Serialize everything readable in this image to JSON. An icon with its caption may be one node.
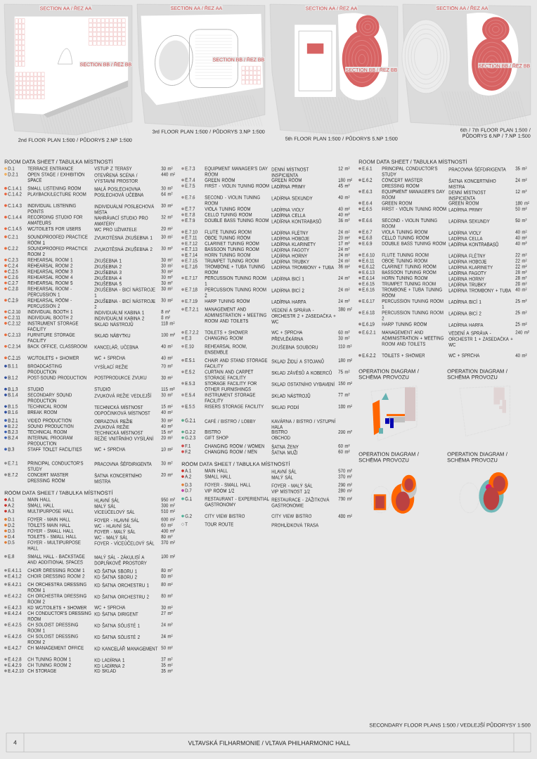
{
  "diagram": {
    "title": "VLTAVSKÁ FILHARMONIE / VLTAVA PHILHARMONIC HALL",
    "labels": [
      "SECTION AA / ŘEZ AA",
      "SECTION BB / ŘEZ BB",
      "2nd FLOOR PLAN 1:500 / PŮDORYS 2.NP 1:500",
      "SECTION AA / ŘEZ AA",
      "SECTION BB / ŘEZ BB",
      "3rd FLOOR PLAN 1:500 / PŮDORYS 3.NP 1:500",
      "ROOM DATA SHEET / TABULKA MÍSTNOSTÍ",
      "D.1",
      "TERRACE ENTRANCE",
      "VSTUP Z TERASY",
      "30 m²",
      "D.2.1",
      "OPEN STAGE / EXHIBITION SPACE",
      "OTEVŘENÁ SCÉNA / VÝSTAVNÍ PROSTOR",
      "440 m²",
      "C.1.4.1",
      "SMALL LISTENING ROOM",
      "MALÁ POSLECHOVNA",
      "30 m²",
      "C.1.4.2",
      "PLAYBACK/LECTURE ROOM",
      "POSLECHOVÁ UČEBNA",
      "64 m²",
      "C.1.4.3",
      "INDIVIDUAL LISTENING POINTS",
      "INDIVIDUÁLNÍ POSLECHOVÁ MÍSTA",
      "30 m²",
      "C.1.4.4",
      "RECORDING STUDIO FOR AMATEURS",
      "NAHRÁVACÍ STUDIO PRO AMATÉRY",
      "32 m²",
      "C.1.4.5",
      "WC/TOILETS FOR USERS",
      "WC PRO UŽIVATELE",
      "20 m²",
      "C.2.1",
      "SOUNDPROOFED PRACTICE ROOM 1",
      "ZVUKOTĚSNÁ ZKUŠEBNA 1",
      "30 m²",
      "C.2.2",
      "SOUNDPROOFED PRACTICE ROOM 2",
      "ZVUKOTĚSNÁ ZKUŠEBNA 2",
      "30 m²",
      "C.2.3",
      "REHEARSAL ROOM 1",
      "ZKUŠEBNA 1",
      "30 m²",
      "C.2.4",
      "REHEARSAL ROOM 2",
      "ZKUŠEBNA 2",
      "30 m²",
      "C.2.5",
      "REHEARSAL ROOM 3",
      "ZKUŠEBNA 3",
      "30 m²",
      "C.2.6",
      "REHEARSAL ROOM 4",
      "ZKUŠEBNA 4",
      "30 m²",
      "C.2.7",
      "REHEARSAL ROOM 5",
      "ZKUŠEBNA 5",
      "30 m²",
      "C.2.8",
      "REHEARSAL ROOM - PERCUSSION 1",
      "ZKUŠEBNA - BICÍ NÁSTROJE 1",
      "30 m²",
      "C.2.9",
      "REHEARSAL ROOM - PERCUSSION 2",
      "ZKUŠEBNA - BICÍ NÁSTROJE 2",
      "30 m²",
      "C.2.10",
      "INDIVIDUAL BOOTH 1",
      "INDIVIDUÁLNÍ KABINA 1",
      "8 m²",
      "C.2.11",
      "INDIVIDUAL BOOTH 2",
      "INDIVIDUÁLNÍ KABINA 2",
      "8 m²",
      "C.2.12",
      "INSTRUMENT STORAGE FACILITY",
      "SKLAD NÁSTROJŮ",
      "118 m²",
      "C.2.13",
      "FURNITURE STORAGE FACILITY",
      "SKLAD NÁBYTKU",
      "100 m²",
      "C.2.14",
      "BACK OFFICE, CLASSROOM",
      "KANCELÁŘ, UČEBNA",
      "40 m²",
      "C.2.15",
      "WC/TOILETS + SHOWER",
      "WC + SPRCHA",
      "40 m²",
      "B.1.1",
      "BROADCASTING PRODUCTION",
      "VYSÍLACÍ REŽIE",
      "70 m²",
      "B.1.2",
      "POST-SOUND PRODUCTION",
      "POSTPRODUKCE ZVUKU",
      "30 m²",
      "B.1.3",
      "STUDIO",
      "STUDIO",
      "115 m²",
      "B.1.4",
      "SECONDARY SOUND PRODUCTION",
      "ZVUKOVÁ REŽIE VEDLEJŠÍ",
      "30 m²",
      "B.1.5",
      "TECHNICAL ROOM",
      "TECHNICKÁ MÍSTNOST",
      "15 m²",
      "B.1.6",
      "BREAK ROOM",
      "ODPOČINKOVÁ MÍSTNOST",
      "40 m²",
      "B.2.1",
      "VIDEO PRODUCTION",
      "OBRAZOVÁ REŽIE",
      "30 m²",
      "B.2.2",
      "SOUND PRODUCTION",
      "ZVUKOVÁ REŽIE",
      "40 m²",
      "B.2.3",
      "TECHNICAL ROOM",
      "TECHNICKÁ MÍSTNOST",
      "15 m²",
      "B.2.4",
      "INTERNAL PROGRAM PRODUCTION",
      "REŽIE VNITŘNÍHO VYSÍLÁNÍ",
      "20 m²",
      "B.3",
      "STAFF TOILET FACILITIES",
      "WC + SPRCHA",
      "10 m²",
      "E.7.1",
      "PRINCIPAL CONDUCTOR'S STUDY",
      "PRACOVNA ŠÉFDIRIGENTA",
      "30 m²",
      "E.7.2",
      "CONCERT MASTER DRESSING ROOM",
      "ŠATNA KONCERTNÍHO MISTRA",
      "20 m²",
      "E.7.3",
      "EQUIPMENT MANAGER'S DAY ROOM",
      "DENNÍ MÍSTNOST INSPICIENTA",
      "12 m²",
      "E.7.4",
      "GREEN ROOM",
      "GREEN ROOM",
      "180 m²",
      "E.7.5",
      "FIRST - VIOLIN TUNING ROOM",
      "LADÍRNA PRIMY",
      "45 m²",
      "E.7.6",
      "SECOND - VIOLIN TUNING ROOM",
      "LADÍRNA SEKUNDY",
      "40 m²",
      "E.7.7",
      "VIOLA TUNING ROOM",
      "LADÍRNA VIOLY",
      "40 m²",
      "E.7.8",
      "CELLO TUNING ROOM",
      "LADÍRNA CELLA",
      "40 m²",
      "E.7.9",
      "DOUBLE BASS TUNING ROOM",
      "LADÍRNA KONTRABASŮ",
      "36 m²",
      "E.7.10",
      "FLUTE TUNING ROOM",
      "LADÍRNA FLÉTNY",
      "24 m²",
      "E.7.11",
      "OBOE TUNING ROOM",
      "LADÍRNA HOBOJE",
      "20 m²",
      "E.7.12",
      "CLARINET TUNING ROOM",
      "LADÍRNA KLARINETY",
      "17 m²",
      "E.7.13",
      "BASSOON TUNING ROOM",
      "LADÍRNA FAGOTY",
      "24 m²",
      "E.7.14",
      "HORN TUNING ROOM",
      "LADÍRNA HORNY",
      "24 m²",
      "E.7.15",
      "TRUMPET TUNING ROOM",
      "LADÍRNA TRUBKY",
      "24 m²",
      "E.7.16",
      "TROMBONE + TUBA TUNING ROOM",
      "LADÍRNA TROMBONY + TUBA",
      "36 m²",
      "E.7.17",
      "PERCUSSION TUNING ROOM 1",
      "LADÍRNA BICÍ 1",
      "24 m²",
      "E.7.18",
      "PERCUSSION TUNING ROOM 2",
      "LADÍRNA BICÍ 2",
      "24 m²",
      "E.7.19",
      "HARP TUNING ROOM",
      "LADÍRNA HARFA",
      "24 m²",
      "E.7.2.1",
      "MANAGEMENT AND ADMINISTRATION + MEETING ROOM AND TOILETS",
      "VEDENÍ A SPRÁVA - ORCHESTR 2 + ZASEDAČKA + WC",
      "380 m²",
      "E.7.2.2",
      "TOILETS + SHOWER",
      "WC + SPRCHA",
      "60 m²",
      "E.3",
      "CHANGING ROOM",
      "PŘEVLÉKÁRNA",
      "30 m²",
      "E.10",
      "REHEARSAL ROOM, ENSEMBLE",
      "ZKUŠEBNA SOUBORU",
      "110 m²",
      "E.5.1",
      "CHAIR AND STAND STORAGE FACILITY",
      "SKLAD ŽIDLÍ A STOJANŮ",
      "180 m²",
      "E.5.2",
      "CURTAIN AND CARPET STORAGE FACILITY",
      "SKLAD ZÁVĚSŮ A KOBERCŮ",
      "75 m²",
      "E.5.3",
      "STORAGE FACILITY FOR OTHER FURNISHINGS",
      "SKLAD OSTATNÍHO VYBAVENÍ",
      "150 m²",
      "E.5.4",
      "INSTRUMENT STORAGE FACILITY",
      "SKLAD NÁSTROJŮ",
      "77 m²",
      "E.5.5",
      "RISERS STORAGE FACILITY",
      "SKLAD PODIÍ",
      "180 m²",
      "G.2.1",
      "CAFÉ / BISTRO / LOBBY",
      "KAVÁRNA / BISTRO / VSTUPNÍ HALA",
      "G.2.2",
      "BISTRO",
      "BISTRO",
      "200 m²",
      "G.2.3",
      "GIFT SHOP",
      "OBCHOD",
      "F.1",
      "CHANGING ROOM / WOMEN",
      "ŠATNA ŽENY",
      "60 m²",
      "F.2",
      "CHANGING ROOM / MEN",
      "ŠATNA MUŽI",
      "60 m²",
      "OPERATION DIAGRAM / SCHÉMA PROVOZU",
      "ROOM DATA SHEET / TABULKA MÍSTNOSTÍ",
      "E.6.1",
      "PRINCIPAL CONDUCTOR'S STUDY",
      "PRACOVNA ŠÉFDIRIGENTA",
      "35 m²",
      "E.6.2",
      "CONCERT MASTER DRESSING ROOM",
      "ŠATNA KONCERTNÍHO MISTRA",
      "24 m²",
      "E.6.3",
      "EQUIPMENT MANAGER'S DAY ROOM",
      "DENNÍ MÍSTNOST INSPICIENTA",
      "12 m²",
      "E.6.4",
      "GREEN ROOM",
      "GREEN ROOM",
      "180 m²",
      "E.6.5",
      "FIRST - VIOLIN TUNING ROOM",
      "LADÍRNA PRIMY",
      "50 m²",
      "E.6.6",
      "SECOND - VIOLIN TUNING ROOM",
      "LADÍRNA SEKUNDY",
      "50 m²",
      "E.6.7",
      "VIOLA TUNING ROOM",
      "LADÍRNA VIOLY",
      "40 m²",
      "E.6.8",
      "CELLO TUNING ROOM",
      "LADÍRNA CELLA",
      "40 m²",
      "E.6.9",
      "DOUBLE BASS TUNING ROOM",
      "LADÍRNA KONTRABASŮ",
      "40 m²",
      "E.6.10",
      "FLUTE TUNING ROOM",
      "LADÍRNA FLÉTNY",
      "22 m²",
      "E.6.11",
      "OBOE TUNING ROOM",
      "LADÍRNA HOBOJE",
      "22 m²",
      "E.6.12",
      "CLARINET TUNING ROOM",
      "LADÍRNA KLARINETY",
      "22 m²",
      "E.6.13",
      "BASSOON TUNING ROOM",
      "LADÍRNA FAGOTY",
      "28 m²",
      "E.6.14",
      "HORN TUNING ROOM",
      "LADÍRNA HORNY",
      "28 m²",
      "E.6.15",
      "TRUMPET TUNING ROOM",
      "LADÍRNA TRUBKY",
      "28 m²",
      "E.6.16",
      "TROMBONE + TUBA TUNING ROOM",
      "LADÍRNA TROMBONY + TUBA",
      "40 m²",
      "E.6.17",
      "PERCUSSION TUNING ROOM 1",
      "LADÍRNA BICÍ 1",
      "25 m²",
      "E.6.18",
      "PERCUSSION TUNING ROOM 2",
      "LADÍRNA BICÍ 2",
      "25 m²",
      "E.6.19",
      "HARP TUNING ROOM",
      "LADÍRNA HARFA",
      "25 m²",
      "E.6.2.1",
      "MANAGEMENT AND ADMINISTRATION + MEETING ROOM AND TOILETS",
      "VEDENÍ A SPRÁVA - ORCHESTR 1 + ZASEDAČKA + WC",
      "240 m²",
      "E.6.2.2",
      "TOILETS + SHOWER",
      "WC + SPRCHA",
      "40 m²",
      "OPERATION DIAGRAM / SCHÉMA PROVOZU",
      "SECTION AA / ŘEZ AA",
      "SECTION BB / ŘEZ BB",
      "5th FLOOR PLAN 1:500 / PŮDORYS 5.NP 1:500",
      "SECTION AA / ŘEZ AA",
      "SECTION BB / ŘEZ BB",
      "6th / 7th FLOOR PLAN 1:500 / PŮDORYS 6.NP / 7.NP 1:500",
      "ROOM DATA SHEET / TABULKA MÍSTNOSTÍ",
      "A.1",
      "MAIN HALL",
      "HLAVNÍ SÁL",
      "950 m²",
      "A.2",
      "SMALL HALL",
      "MALÝ SÁL",
      "300 m²",
      "A.3",
      "MULTIPURPOSE HALL",
      "VÍCEÚČELOVÝ SÁL",
      "510 m²",
      "D.1",
      "FOYER - MAIN HALL",
      "FOYER - HLAVNÍ SÁL",
      "600 m²",
      "D.2",
      "TOILETS MAIN HALL",
      "WC - HLAVNÍ SÁL",
      "60 m²",
      "D.3",
      "FOYER - SMALL HALL",
      "FOYER - MALÝ SÁL",
      "400 m²",
      "D.4",
      "TOILETS - SMALL HALL",
      "WC - MALÝ SÁL",
      "80 m²",
      "D.5",
      "FOYER - MULTIPURPOSE HALL",
      "FOYER - VÍCEÚČELOVÝ SÁL",
      "370 m²",
      "E.8",
      "SMALL HALL - BACKSTAGE AND ADDITIONAL SPACES",
      "MALÝ SÁL - ZÁKULISÍ A DOPLŇKOVÉ PROSTORY",
      "100 m²",
      "E.4.1.1",
      "CHOIR DRESSING ROOM 1",
      "KD ŠATNA SBORU 1",
      "80 m²",
      "E.4.1.2",
      "CHOIR DRESSING ROOM 2",
      "KD ŠATNA SBORU 2",
      "80 m²",
      "E.4.2.1",
      "CH ORCHESTRA DRESSING ROOM 1",
      "KD ŠATNA ORCHESTRU 1",
      "80 m²",
      "E.4.2.2",
      "CH ORCHESTRA DRESSING ROOM 2",
      "KD ŠATNA ORCHESTRU 2",
      "80 m²",
      "E.4.2.3",
      "KD WC/TOILETS + SHOWER",
      "WC + SPRCHA",
      "30 m²",
      "E.4.2.4",
      "CH CONDUCTOR'S DRESSING ROOM",
      "KD ŠATNA DIRIGENT",
      "27 m²",
      "E.4.2.5",
      "CH SOLOIST DRESSING ROOM 1",
      "KD ŠATNA SÓLISTÉ 1",
      "24 m²",
      "E.4.2.6",
      "CH SOLOIST DRESSING ROOM 2",
      "KD ŠATNA SÓLISTÉ 2",
      "24 m²",
      "E.4.2.7",
      "CH MANAGEMENT OFFICE",
      "KD KANCELÁŘ MANAGEMENT",
      "50 m²",
      "E.4.2.8",
      "CH TUNING ROOM 1",
      "KD LADÍRNA 1",
      "37 m²",
      "E.4.2.9",
      "CH TUNING ROOM 2",
      "KD LADÍRNA 2",
      "35 m²",
      "E.4.2.10",
      "CH STORAGE",
      "KD SKLAD",
      "35 m²",
      "OPERATION DIAGRAM / SCHÉMA PROVOZU",
      "ROOM DATA SHEET / TABULKA MÍSTNOSTÍ",
      "A.1",
      "MAIN HALL",
      "HLAVNÍ SÁL",
      "570 m²",
      "A.2",
      "SMALL HALL",
      "MALÝ SÁL",
      "370 m²",
      "D.3",
      "FOYER - SMALL HALL",
      "FOYER - MALÝ SÁL",
      "290 m²",
      "D.7",
      "VIP ROOM 1/2",
      "VIP MÍSTNOST 1/2",
      "280 m²",
      "G.1",
      "RESTAURANT - EXPERIENTIAL GASTRONOMY",
      "RESTAURACE - ZÁŽITKOVÁ GASTRONOMIE",
      "730 m²",
      "G.2",
      "CITY VIEW BISTRO",
      "CITY VIEW BISTRO",
      "480 m²",
      "T",
      "TOUR ROUTE",
      "PROHLÍDKOVÁ TRASA",
      "OPERATION DIAGRAM / SCHÉMA PROVOZU",
      "SECONDARY FLOOR PLANS 1:500 / VEDLEJŠÍ PŮDORYSY 1:500",
      "4"
    ]
  }
}
